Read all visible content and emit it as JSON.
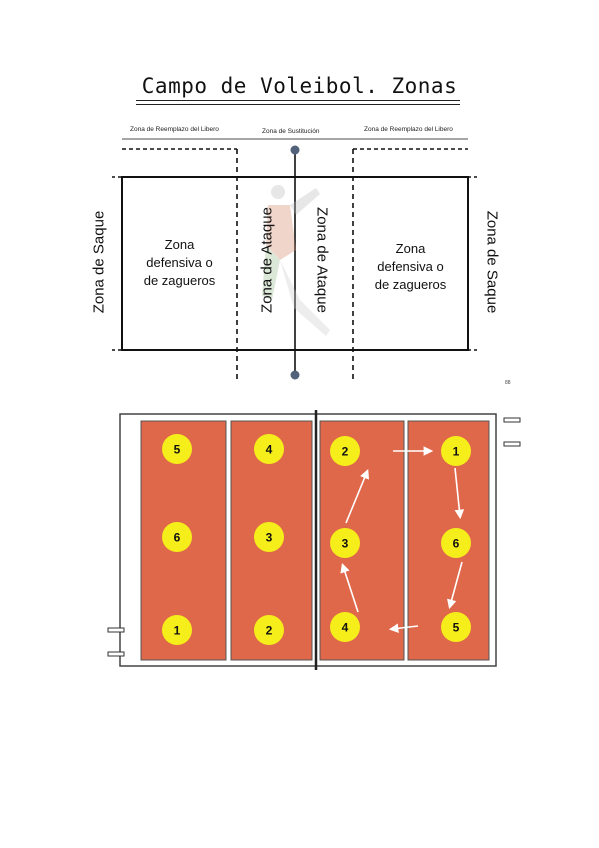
{
  "title": "Campo de Voleibol. Zonas",
  "top_diagram": {
    "label_reemplazo_left": "Zona de Reemplazo del Libero",
    "label_sustitucion": "Zona de Sustitución",
    "label_reemplazo_right": "Zona de Reemplazo del Libero",
    "saque_left": "Zona de Saque",
    "saque_right": "Zona de Saque",
    "defensiva_left": [
      "Zona",
      "defensiva o",
      "de zagueros"
    ],
    "defensiva_right": [
      "Zona",
      "defensiva o",
      "de zagueros"
    ],
    "ataque_left": "Zona de Ataque",
    "ataque_right": "Zona de Ataque",
    "corner_mark": "88"
  },
  "rotation_diagram": {
    "court_color": "#e0684a",
    "ball_color": "#f6ee1a",
    "left_team_positions": [
      {
        "label": "5",
        "col": 0,
        "row": 0
      },
      {
        "label": "6",
        "col": 0,
        "row": 1
      },
      {
        "label": "1",
        "col": 0,
        "row": 2
      },
      {
        "label": "4",
        "col": 1,
        "row": 0
      },
      {
        "label": "3",
        "col": 1,
        "row": 1
      },
      {
        "label": "2",
        "col": 1,
        "row": 2
      }
    ],
    "right_team_positions": [
      {
        "label": "2",
        "col": 0,
        "row": 0
      },
      {
        "label": "3",
        "col": 0,
        "row": 1
      },
      {
        "label": "4",
        "col": 0,
        "row": 2
      },
      {
        "label": "1",
        "col": 1,
        "row": 0
      },
      {
        "label": "6",
        "col": 1,
        "row": 1
      },
      {
        "label": "5",
        "col": 1,
        "row": 2
      }
    ],
    "rotation_order": [
      "1",
      "6",
      "5",
      "4",
      "3",
      "2",
      "1"
    ]
  }
}
